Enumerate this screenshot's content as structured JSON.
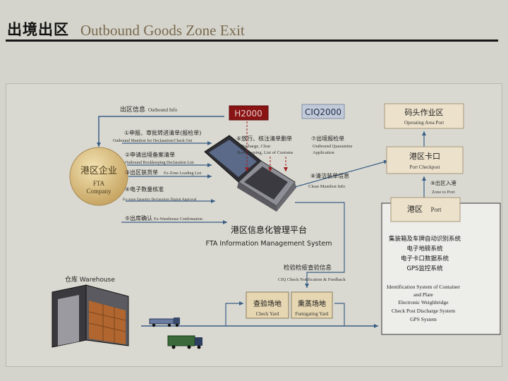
{
  "header": {
    "title_cn": "出境出区",
    "title_en": "Outbound Goods Zone Exit"
  },
  "fta_company": {
    "cn": "港区企业",
    "en1": "FTA",
    "en2": "Company"
  },
  "platform": {
    "cn": "港区信息化管理平台",
    "en": "FTA Information Management System"
  },
  "systems": {
    "h2000": "H2000",
    "ciq2000": "CIQ2000"
  },
  "flows": {
    "outbound_info": {
      "cn": "出区信息",
      "en": "Outbound Info"
    },
    "manifest": {
      "cn": "①申报、审批转进清单(报检单)",
      "en": "Outbound Manifest for Declaration/Check Out"
    },
    "bookkeeping": {
      "cn": "②申请出境备案清单",
      "en": "Outbound Bookkeeping Declaration List"
    },
    "loading": {
      "cn": "③出区装货单",
      "en": "Ex-Zone Loading List"
    },
    "quantity": {
      "cn": "④电子数量核准",
      "en": "Ex-zone Quantity Declaration Digital Approval"
    },
    "warehouse_confirm": {
      "cn": "⑤出库确认",
      "en": "Ex-Warehouse Confirmation"
    },
    "discharge": {
      "cn": "⑥放行、核注清单删单",
      "en1": "Discharge, Clear",
      "en2": "Bookkeeping, List of Customs"
    },
    "quarantine": {
      "cn": "⑦出境报检单",
      "en1": "Outbound Quarantine",
      "en2": "Application"
    },
    "clear_manifest": {
      "cn": "⑧清洁装单信息",
      "en": "Clean Manifest Info"
    },
    "ciq_check": {
      "cn": "检验检疫查验信息",
      "en": "CIQ Check Notification & Feedback"
    },
    "exit_zone": {
      "cn": "⑨出区入港",
      "en": "Zone to Port"
    }
  },
  "right": {
    "operating": {
      "cn": "码头作业区",
      "en": "Operating Area Port"
    },
    "checkpost": {
      "cn": "港区卡口",
      "en": "Port Checkpost"
    },
    "port": {
      "cn": "港区",
      "en": "Port"
    },
    "systems_cn": [
      "集装箱及车牌自动识别系统",
      "电子地磅系统",
      "电子卡口数据系统",
      "GPS监控系统"
    ],
    "systems_en": [
      "Identification System of Container",
      "and Plate",
      "Electronic Weighbridge",
      "Check Post Discharge System",
      "GPS System"
    ]
  },
  "warehouse": {
    "label": "仓库 Warehouse"
  },
  "yards": {
    "check": {
      "cn": "查验场地",
      "en": "Check Yard"
    },
    "fumigating": {
      "cn": "熏蒸场地",
      "en": "Fumigating Yard"
    }
  }
}
